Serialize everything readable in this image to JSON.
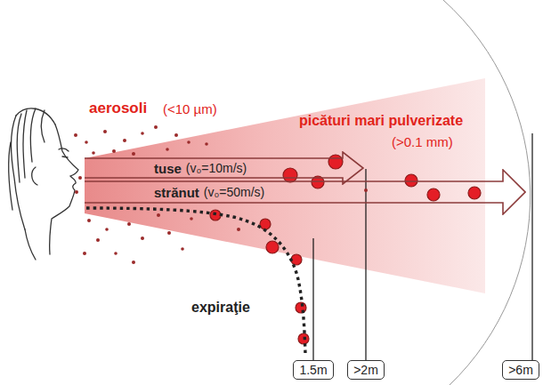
{
  "diagram": {
    "nodes": [
      {
        "text": [
          "tuse",
          "(v₀=10m/s)"
        ]
      },
      {
        "text": [
          "strănut",
          "(v₀=50m/s)"
        ]
      },
      {
        "text": [
          "1.5m"
        ]
      },
      {
        "text": [
          ">2m"
        ]
      },
      {
        "text": [
          ">6m"
        ]
      }
    ],
    "labels": [
      "aerosoli",
      "(<10 µm)",
      "picături mari pulverizate",
      "(>0.1 mm)",
      "expiraţie"
    ]
  }
}
